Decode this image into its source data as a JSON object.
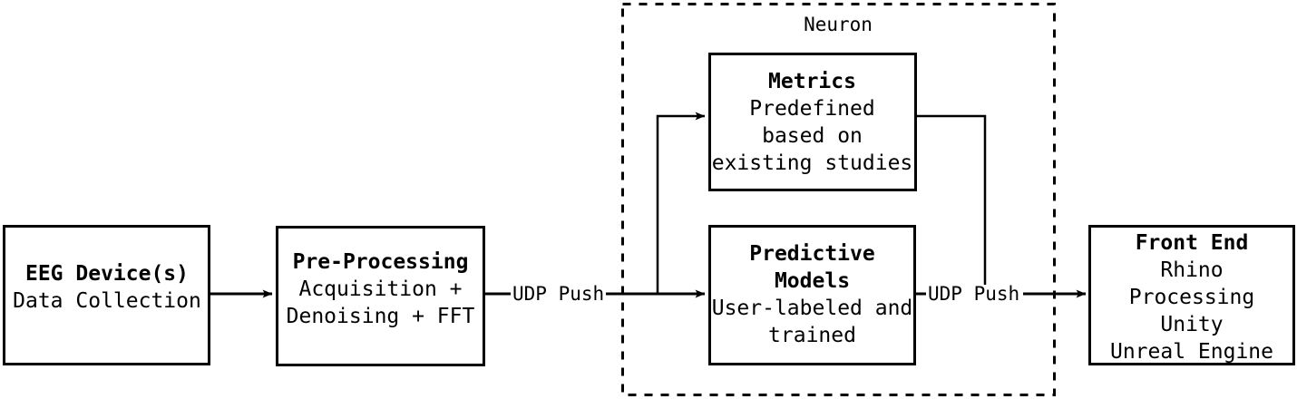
{
  "diagram": {
    "title_group": "Neuron",
    "nodes": [
      {
        "id": "eeg",
        "name": "eeg-device-box",
        "title": "EEG Device(s)",
        "lines": [
          "Data Collection"
        ]
      },
      {
        "id": "preproc",
        "name": "pre-processing-box",
        "title": "Pre-Processing",
        "lines": [
          "Acquisition +",
          "Denoising + FFT"
        ]
      },
      {
        "id": "metrics",
        "name": "metrics-box",
        "title": "Metrics",
        "lines": [
          "Predefined",
          "based on",
          "existing studies"
        ]
      },
      {
        "id": "models",
        "name": "predictive-models-box",
        "title": "Predictive",
        "lines": [
          "Models",
          "User-labeled and",
          "trained"
        ]
      },
      {
        "id": "frontend",
        "name": "front-end-box",
        "title": "Front End",
        "lines": [
          "Rhino",
          "Processing",
          "Unity",
          "Unreal Engine"
        ]
      }
    ],
    "edge_labels": [
      {
        "id": "udp-left",
        "text": "UDP Push"
      },
      {
        "id": "udp-right",
        "text": "UDP Push"
      }
    ],
    "colors": {
      "stroke": "#000000",
      "fill": "#ffffff",
      "text": "#000000"
    }
  }
}
